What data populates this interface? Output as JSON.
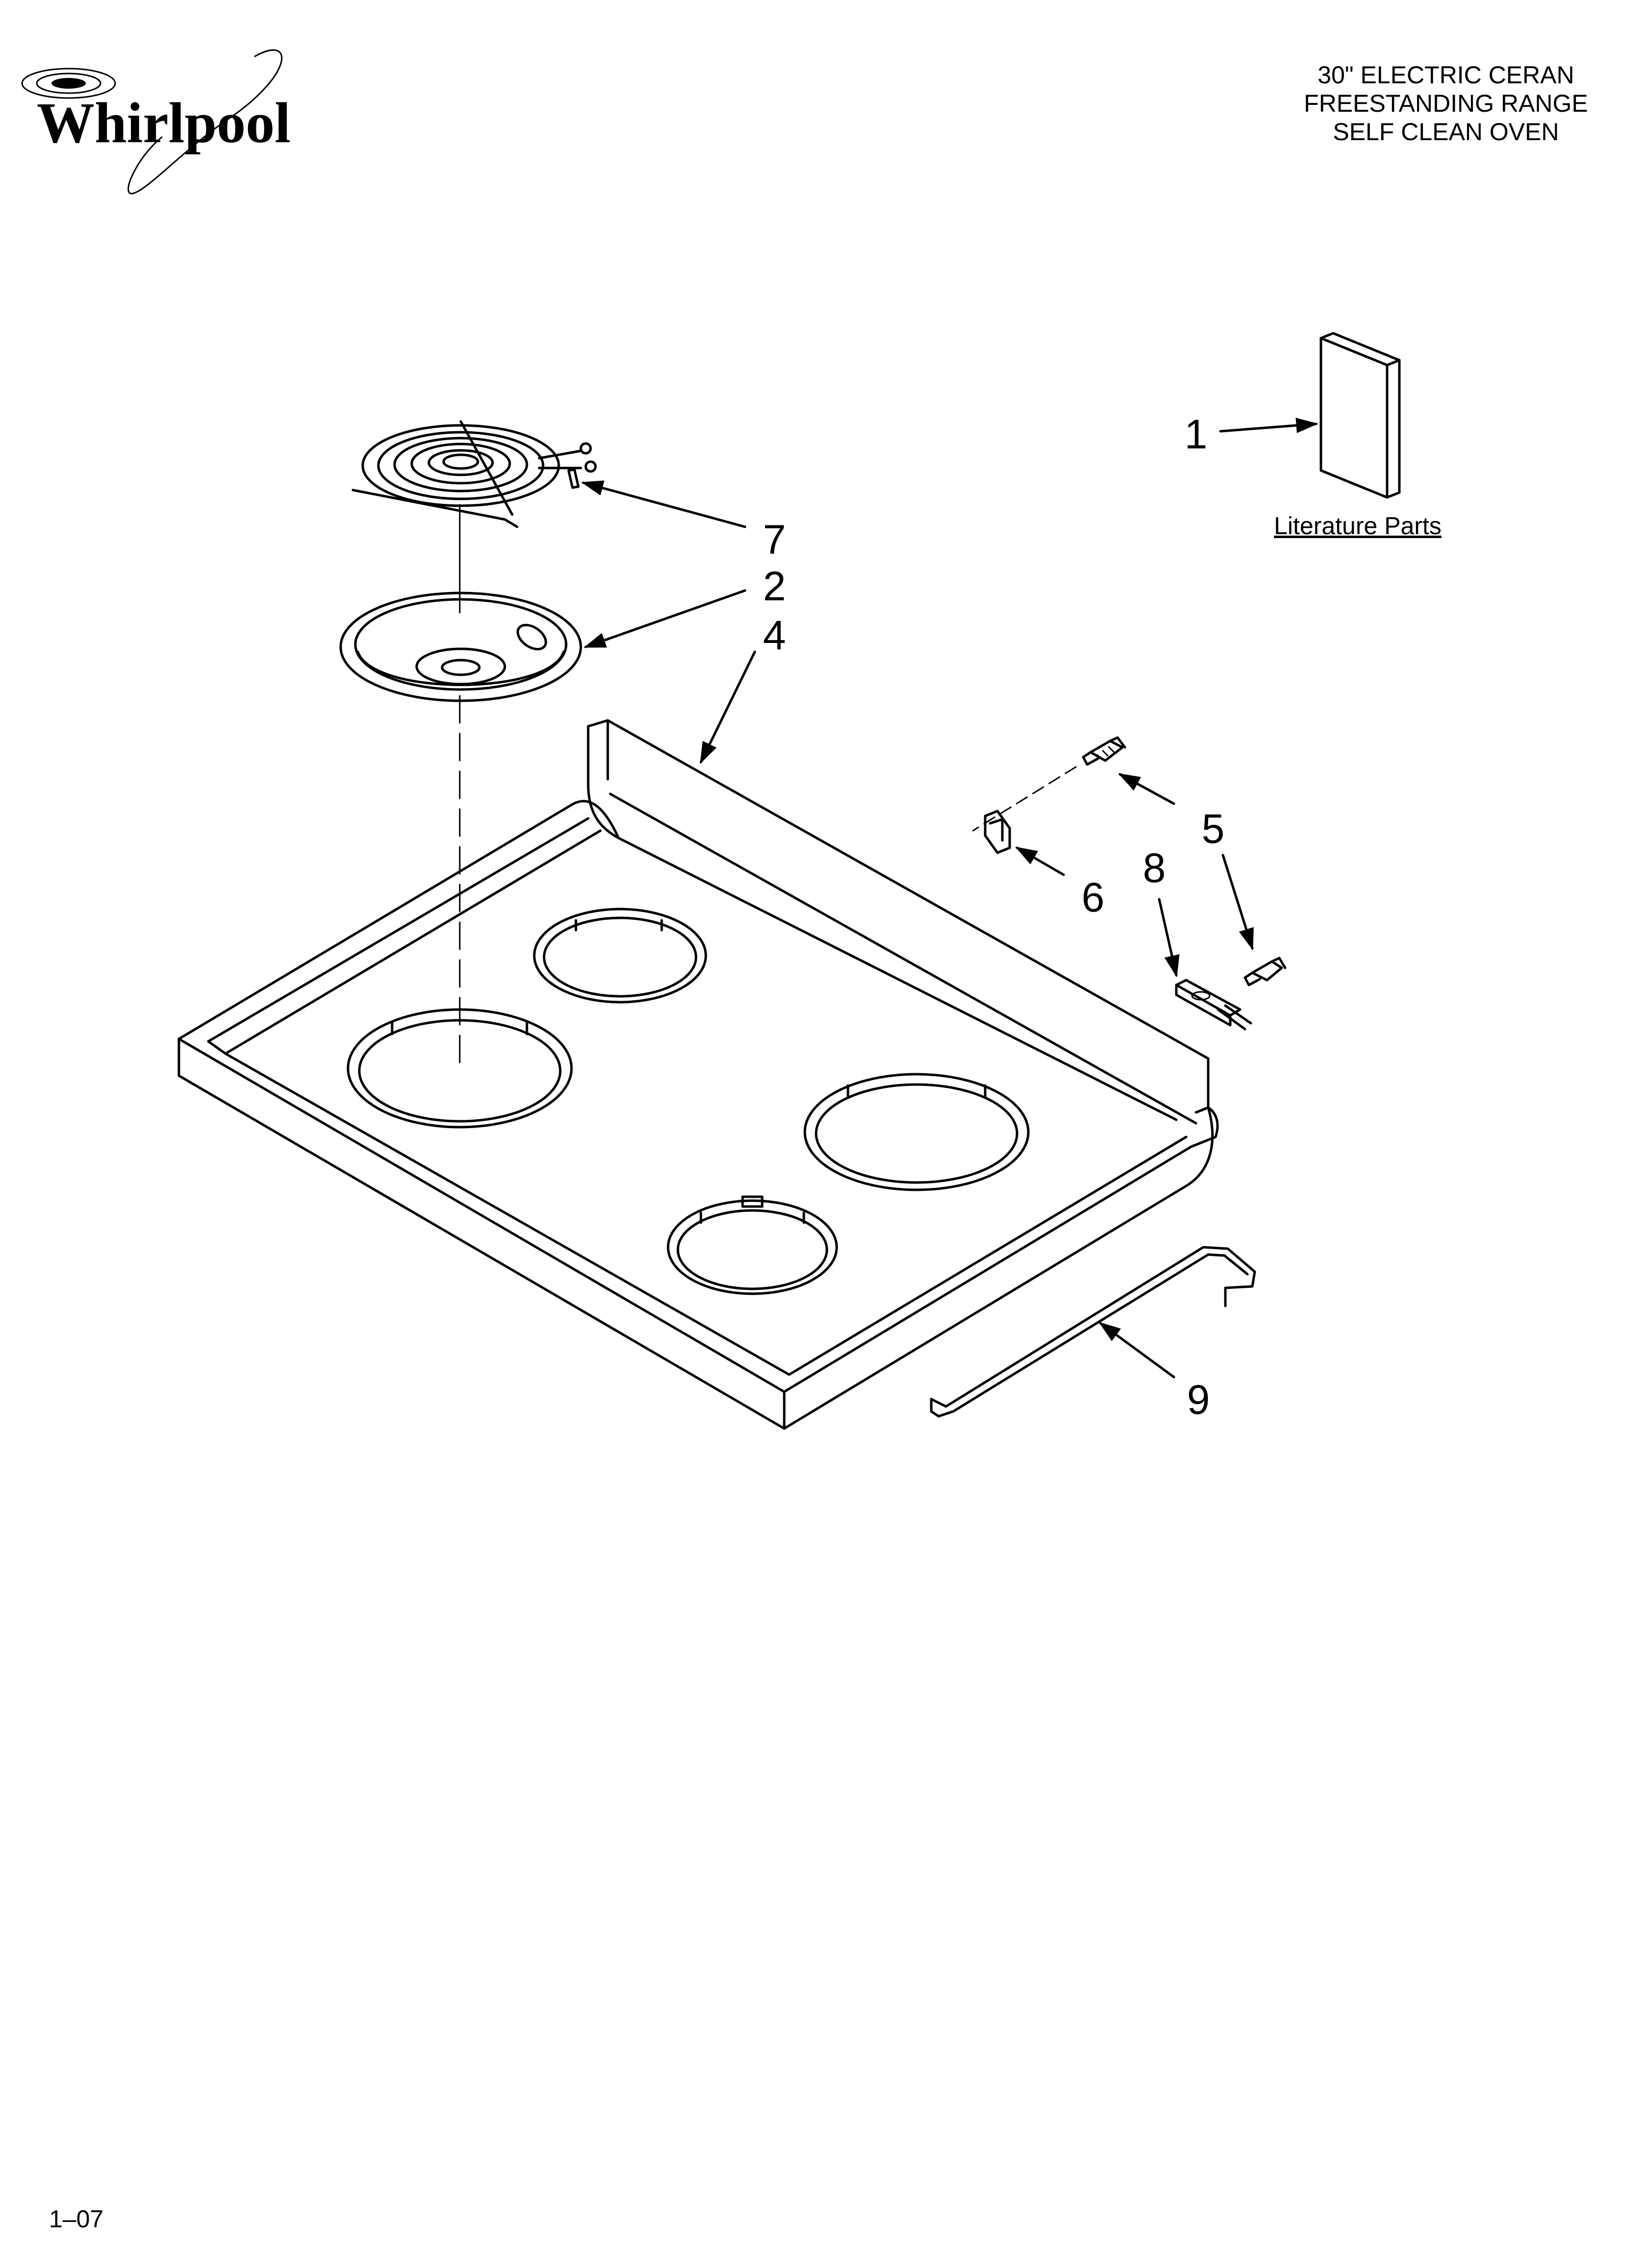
{
  "brand": "Whirlpool",
  "header": {
    "lines": [
      "30\" ELECTRIC CERAN",
      "FREESTANDING RANGE",
      "SELF CLEAN OVEN"
    ]
  },
  "literature_label": "Literature Parts",
  "callouts": {
    "c1": "1",
    "c2": "2",
    "c4": "4",
    "c5": "5",
    "c6": "6",
    "c7": "7",
    "c8": "8",
    "c9": "9"
  },
  "footer_code": "1–07"
}
